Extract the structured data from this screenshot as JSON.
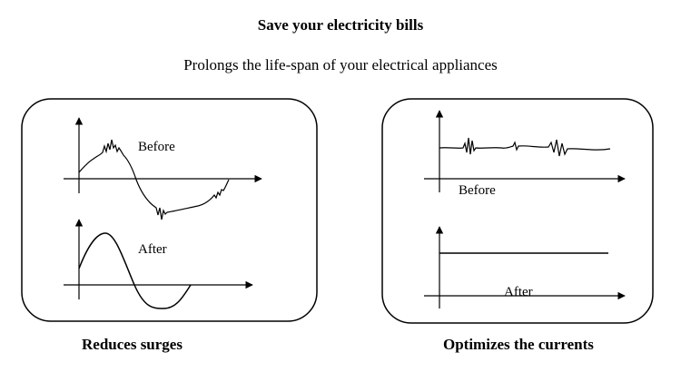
{
  "title": "Save your electricity  bills",
  "subtitle": "Prolongs the life-span of your electrical appliances",
  "panels": [
    {
      "caption": "Reduces surges",
      "top_graph_label": "Before",
      "bottom_graph_label": "After"
    },
    {
      "caption": "Optimizes the currents",
      "top_graph_label": "Before",
      "bottom_graph_label": "After"
    }
  ]
}
